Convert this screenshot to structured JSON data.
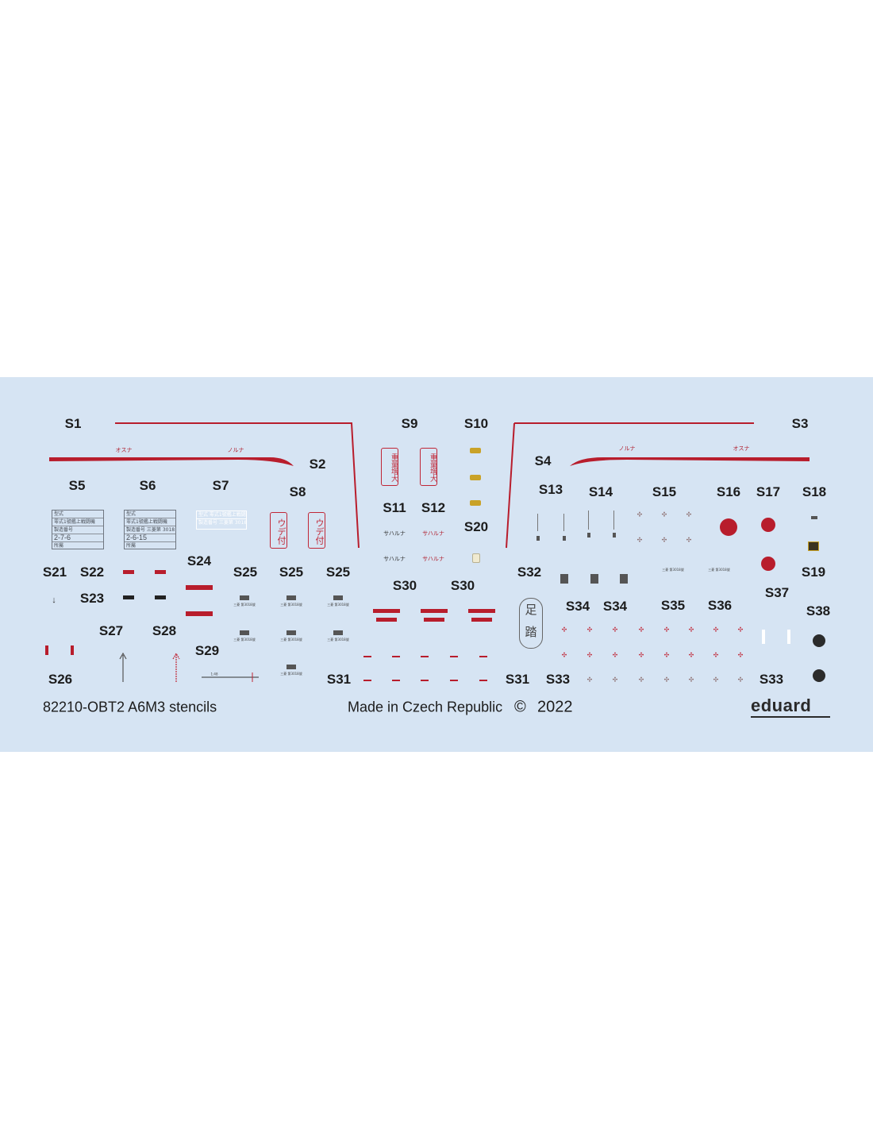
{
  "labels": {
    "s1": "S1",
    "s2": "S2",
    "s3": "S3",
    "s4": "S4",
    "s5": "S5",
    "s6": "S6",
    "s7": "S7",
    "s8": "S8",
    "s9": "S9",
    "s10": "S10",
    "s11": "S11",
    "s12": "S12",
    "s13": "S13",
    "s14": "S14",
    "s15": "S15",
    "s16": "S16",
    "s17": "S17",
    "s18": "S18",
    "s19": "S19",
    "s20": "S20",
    "s21": "S21",
    "s22": "S22",
    "s23": "S23",
    "s24": "S24",
    "s25": "S25",
    "s26": "S26",
    "s27": "S27",
    "s28": "S28",
    "s29": "S29",
    "s30": "S30",
    "s31": "S31",
    "s32": "S32",
    "s33": "S33",
    "s34": "S34",
    "s35": "S35",
    "s36": "S36",
    "s37": "S37",
    "s38": "S38"
  },
  "stencils": {
    "osuna": "オスナ",
    "noruna": "ノルナ",
    "saharuna": "サハルナ",
    "weight_increase": "重量増大",
    "ude_tsuki": "ウデ付",
    "ashi_fumi_top": "足",
    "ashi_fumi_bottom": "踏",
    "plate_s5": [
      "型式",
      "零式1號艦上戦闘機",
      "製造番号",
      "2-7-6",
      "所屬"
    ],
    "plate_s6": [
      "型式",
      "零式1號艦上戦闘機",
      "製造番号 三菱第 3018 號",
      "2-6-15",
      "所屬"
    ],
    "plate_s7": [
      "型式 零式1號艦上戦闘機",
      "製造番号 三菱第 3018 號"
    ],
    "small_plate_text": "三菱 第3018號",
    "s29_text": "1:48"
  },
  "footer": {
    "product": "82210-OBT2 A6M3 stencils",
    "made_in": "Made in Czech Republic",
    "copyright_symbol": "©",
    "year": "2022",
    "brand": "eduard"
  },
  "colors": {
    "sheet_bg": "#d6e4f3",
    "stencil_red": "#b81d2c",
    "text_dark": "#1c1c1c",
    "gold": "#c9a227"
  }
}
